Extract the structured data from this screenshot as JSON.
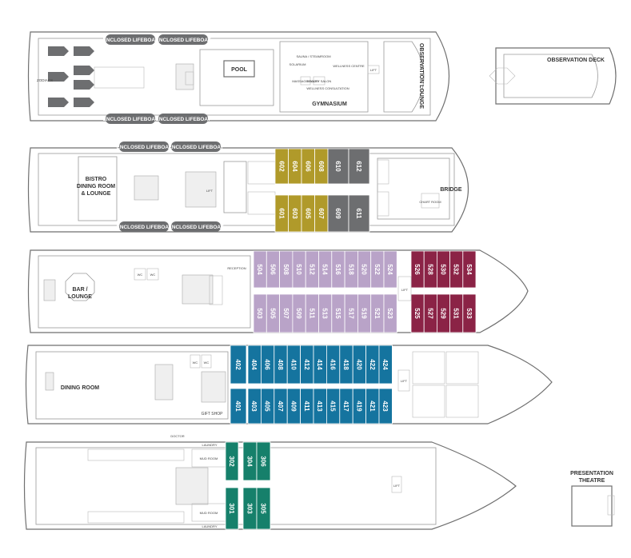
{
  "colors": {
    "deck6_gold": "#b09a2a",
    "deck6_grey": "#6d6e70",
    "deck5_purple": "#b9a3c8",
    "deck5_crimson": "#8b2346",
    "deck4_blue": "#15749f",
    "deck3_green": "#16806b",
    "lifeboat": "#6d6e70"
  },
  "deck7": {
    "lifeboat_label": "ENCLOSED LIFEBOAT",
    "zodiacs": "ZODIACS",
    "pool": "POOL",
    "sauna": "SAUNA / STEAMROOM",
    "solarium": "SOLARIUM",
    "wellness": "WELLNESS CENTRE",
    "gymnasium": "GYMNASIUM",
    "observation_lounge": "OBSERVATION LOUNGE",
    "lift": "LIFT",
    "massage": "MASSAGE ROOM",
    "beauty": "BEAUTY SALON",
    "consult": "WELLNESS CONSULTATION"
  },
  "observation_deck": {
    "label": "OBSERVATION DECK"
  },
  "deck6": {
    "lifeboat_label": "ENCLOSED LIFEBOAT",
    "bistro": [
      "BISTRO",
      "DINING ROOM",
      "& LOUNGE"
    ],
    "bridge": "BRIDGE",
    "chart_room": "CHART ROOM",
    "lift": "LIFT",
    "cabins_top": [
      "602",
      "604",
      "606",
      "608",
      "610",
      "612"
    ],
    "cabins_bottom": [
      "601",
      "603",
      "605",
      "607",
      "609",
      "611"
    ]
  },
  "deck5": {
    "bar": [
      "BAR /",
      "LOUNGE"
    ],
    "reception": "RECEPTION",
    "wc": "WC",
    "lift": "LIFT",
    "cabins_top": [
      "504",
      "506",
      "508",
      "510",
      "512",
      "514",
      "516",
      "518",
      "520",
      "522",
      "524"
    ],
    "cabins_bottom": [
      "503",
      "505",
      "507",
      "509",
      "511",
      "513",
      "515",
      "517",
      "519",
      "521",
      "523"
    ],
    "suites_top": [
      "526",
      "528",
      "530",
      "532",
      "534"
    ],
    "suites_bottom": [
      "525",
      "527",
      "529",
      "531",
      "533"
    ]
  },
  "deck4": {
    "dining": "DINING ROOM",
    "gift_shop": "GIFT SHOP",
    "wc": "WC",
    "lift": "LIFT",
    "cabins_top": [
      "402",
      "404",
      "406",
      "408",
      "410",
      "412",
      "414",
      "416",
      "418",
      "420",
      "422",
      "424"
    ],
    "cabins_bottom": [
      "401",
      "403",
      "405",
      "407",
      "409",
      "411",
      "413",
      "415",
      "417",
      "419",
      "421",
      "423"
    ]
  },
  "deck3": {
    "doctor": "DOCTOR",
    "mud_room": "MUD ROOM",
    "laundry": "LAUNDRY",
    "lift": "LIFT",
    "cabins_top": [
      "302",
      "304",
      "306"
    ],
    "cabins_bottom": [
      "301",
      "303",
      "305"
    ]
  },
  "presentation_theatre": {
    "label": [
      "PRESENTATION",
      "THEATRE"
    ]
  }
}
